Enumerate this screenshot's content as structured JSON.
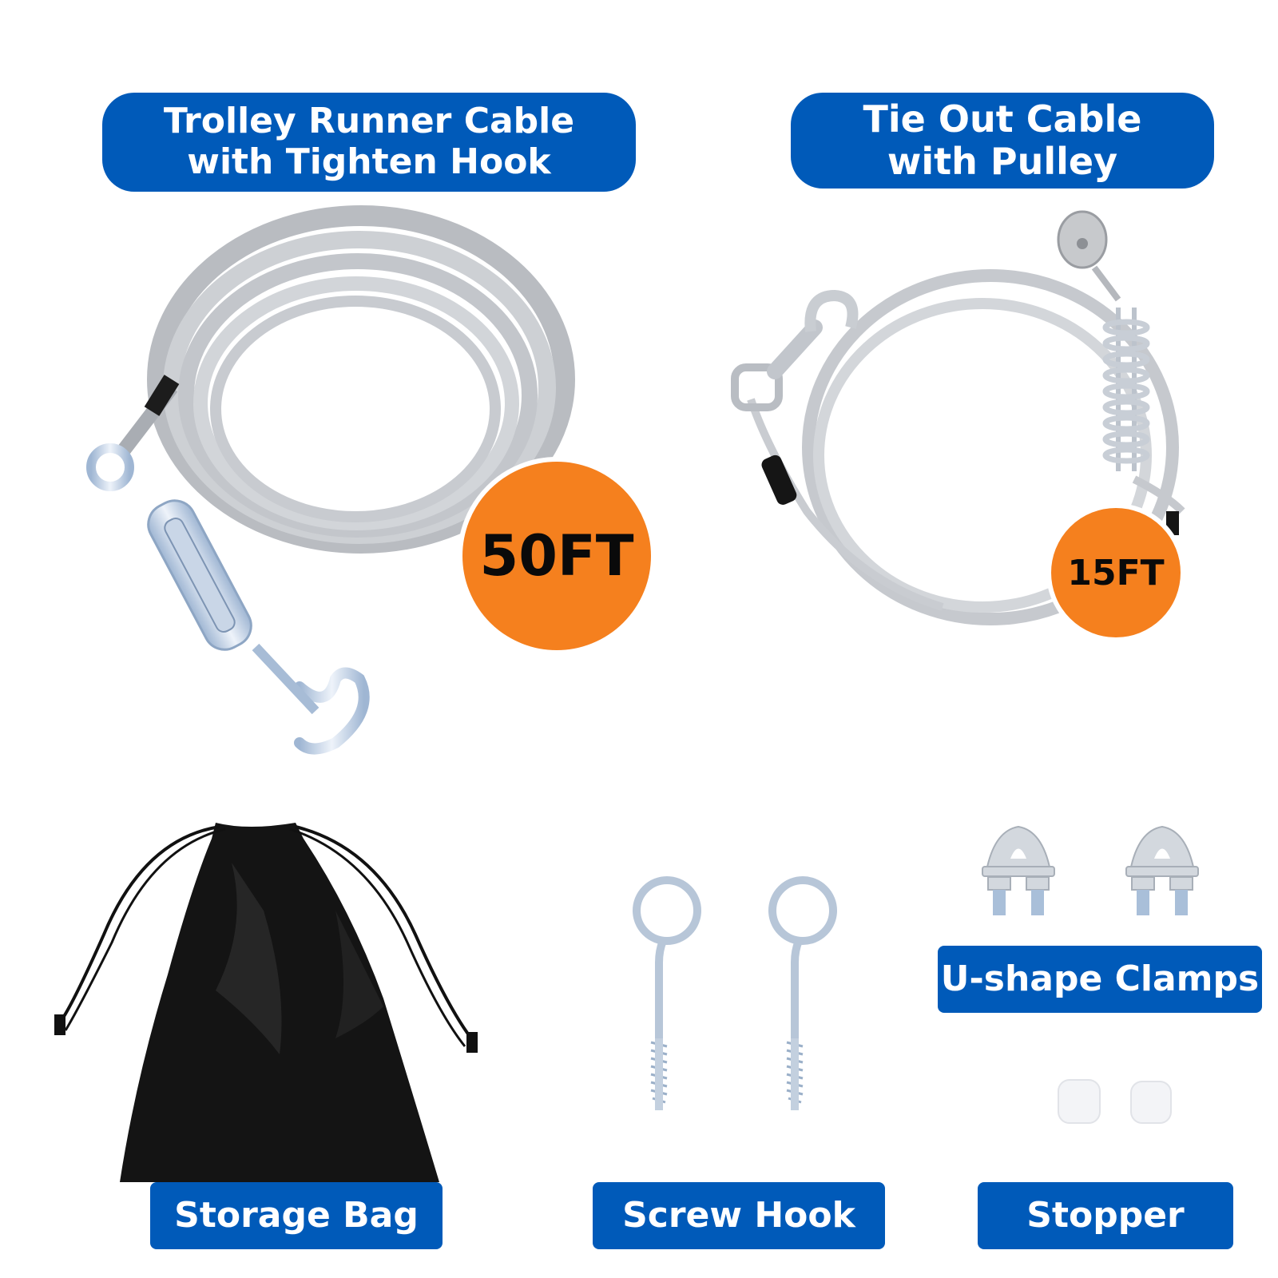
{
  "colors": {
    "label_bg": "#005ab9",
    "label_text": "#ffffff",
    "badge_bg": "#f5801e",
    "badge_text": "#0a0a0a",
    "background": "#ffffff"
  },
  "products": {
    "trolley_cable": {
      "title_line1": "Trolley Runner Cable",
      "title_line2": "with Tighten Hook",
      "length_badge": "50FT",
      "icon": "coiled-cable-with-turnbuckle"
    },
    "tie_out_cable": {
      "title_line1": "Tie Out Cable",
      "title_line2": "with Pulley",
      "length_badge": "15FT",
      "icon": "cable-with-snap-hook-spring-pulley"
    },
    "storage_bag": {
      "label": "Storage Bag",
      "icon": "drawstring-bag"
    },
    "screw_hook": {
      "label": "Screw Hook",
      "icon": "eye-screw-hook",
      "quantity_shown": 2
    },
    "u_shape_clamps": {
      "label": "U-shape Clamps",
      "icon": "wire-rope-clamp",
      "quantity_shown": 2
    },
    "stopper": {
      "label": "Stopper",
      "icon": "white-stopper",
      "quantity_shown": 2
    }
  }
}
